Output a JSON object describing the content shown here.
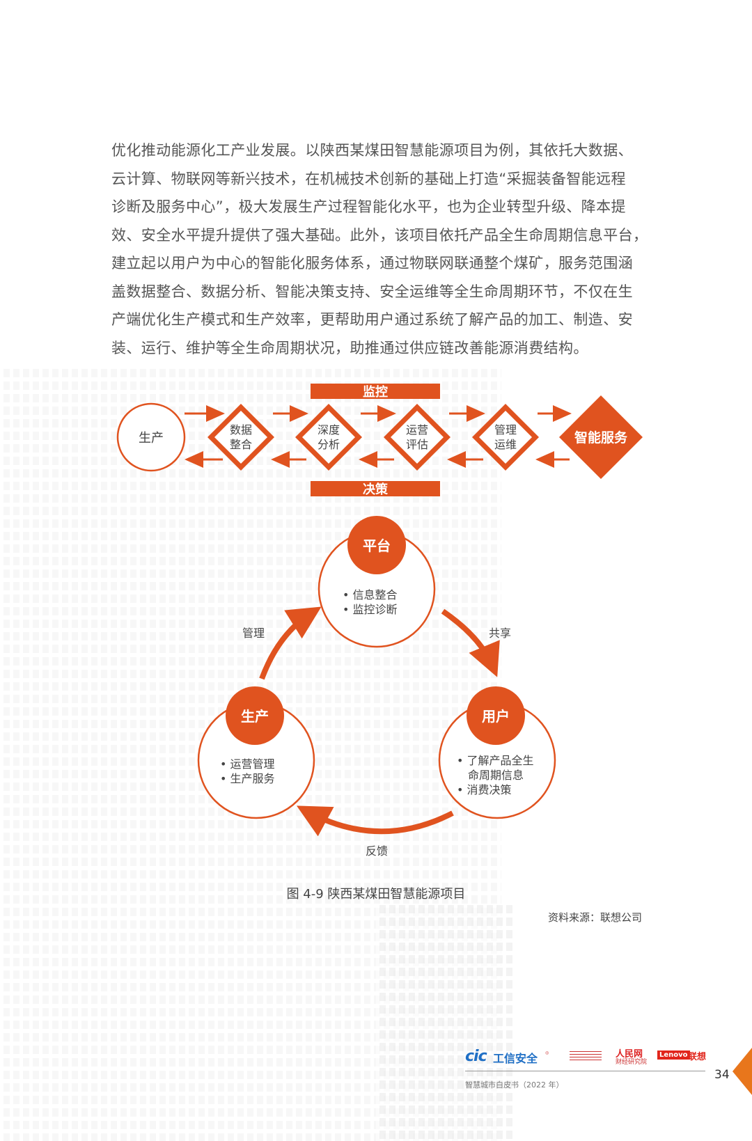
{
  "paragraph": {
    "lines": [
      "优化推动能源化工产业发展。以陕西某煤田智慧能源项目为例，其依托大数据、",
      "云计算、物联网等新兴技术，在机械技术创新的基础上打造“采掘装备智能远程",
      "诊断及服务中心”，极大发展生产过程智能化水平，也为企业转型升级、降本提",
      "效、安全水平提升提供了强大基础。此外，该项目依托产品全生命周期信息平台，",
      "建立起以用户为中心的智能化服务体系，通过物联网联通整个煤矿，服务范围涵",
      "盖数据整合、数据分析、智能决策支持、安全运维等全生命周期环节，不仅在生",
      "产端优化生产模式和生产效率，更帮助用户通过系统了解产品的加工、制造、安",
      "装、运行、维护等全生命周期状况，助推通过供应链改善能源消费结构。"
    ]
  },
  "flow": {
    "top_bar": "监控",
    "bottom_bar": "决策",
    "start": "生产",
    "steps": [
      {
        "line1": "数据",
        "line2": "整合"
      },
      {
        "line1": "深度",
        "line2": "分析"
      },
      {
        "line1": "运营",
        "line2": "评估"
      },
      {
        "line1": "管理",
        "line2": "运维"
      }
    ],
    "end": "智能服务"
  },
  "cycle": {
    "platform": {
      "title": "平台",
      "items": [
        "• 信息整合",
        "• 监控诊断"
      ]
    },
    "user": {
      "title": "用户",
      "items": [
        "• 了解产品全生",
        "命周期信息",
        "• 消费决策"
      ]
    },
    "production": {
      "title": "生产",
      "items": [
        "• 运营管理",
        "• 生产服务"
      ]
    },
    "labels": {
      "manage": "管理",
      "share": "共享",
      "feedback": "反馈"
    }
  },
  "caption": "图 4-9 陕西某煤田智慧能源项目",
  "source": "资料来源：联想公司",
  "footer": {
    "cic": "cic",
    "cic_sub": "工信安全",
    "people": "人民网",
    "people_sub": "财经研究院",
    "lenovo": "Lenovo",
    "lianxiang": "联想",
    "title": "智慧城市白皮书（2022 年）",
    "page": "34"
  },
  "colors": {
    "accent": "#e0531f",
    "text": "#555555"
  }
}
